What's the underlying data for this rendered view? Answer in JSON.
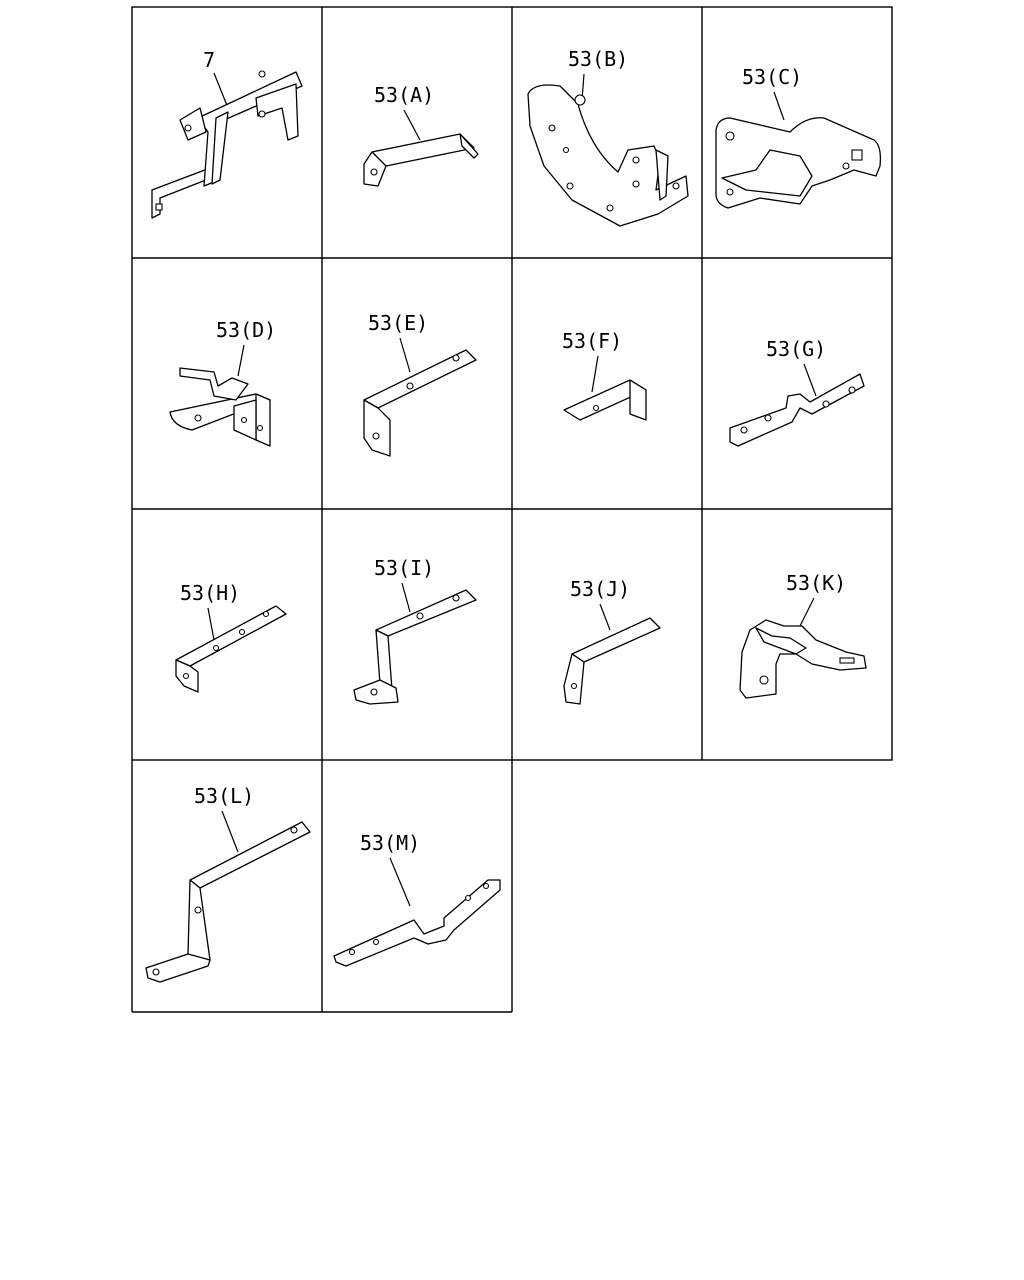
{
  "parts": [
    {
      "id": "part-7",
      "label": "7"
    },
    {
      "id": "part-53a",
      "label": "53(A)"
    },
    {
      "id": "part-53b",
      "label": "53(B)"
    },
    {
      "id": "part-53c",
      "label": "53(C)"
    },
    {
      "id": "part-53d",
      "label": "53(D)"
    },
    {
      "id": "part-53e",
      "label": "53(E)"
    },
    {
      "id": "part-53f",
      "label": "53(F)"
    },
    {
      "id": "part-53g",
      "label": "53(G)"
    },
    {
      "id": "part-53h",
      "label": "53(H)"
    },
    {
      "id": "part-53i",
      "label": "53(I)"
    },
    {
      "id": "part-53j",
      "label": "53(J)"
    },
    {
      "id": "part-53k",
      "label": "53(K)"
    },
    {
      "id": "part-53l",
      "label": "53(L)"
    },
    {
      "id": "part-53m",
      "label": "53(M)"
    }
  ]
}
